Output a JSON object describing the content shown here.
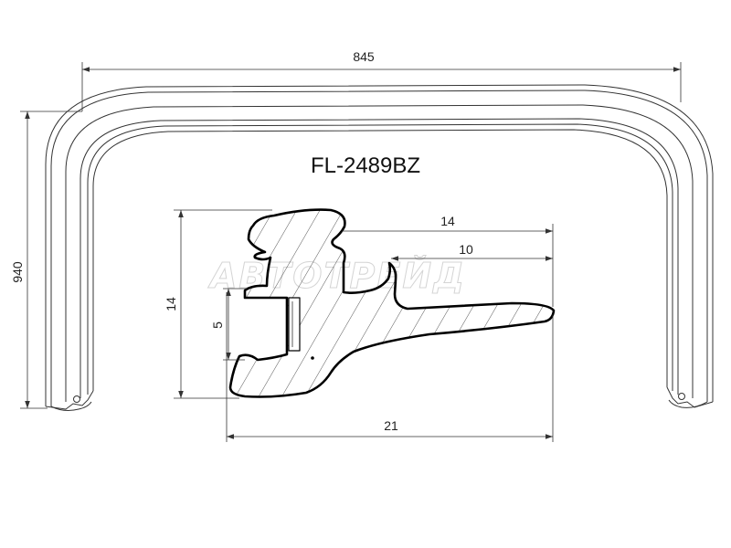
{
  "part_number": "FL-2489BZ",
  "watermark": "АВТОТРЕЙД",
  "overall_dimensions": {
    "width": "845",
    "height": "940"
  },
  "profile_dimensions": {
    "total_width": "21",
    "total_height": "14",
    "upper_reach": "14",
    "lip_reach": "10",
    "slot_height": "5"
  },
  "colors": {
    "line": "#333333",
    "profile_outline": "#000000",
    "watermark": "#d4d4d4"
  }
}
